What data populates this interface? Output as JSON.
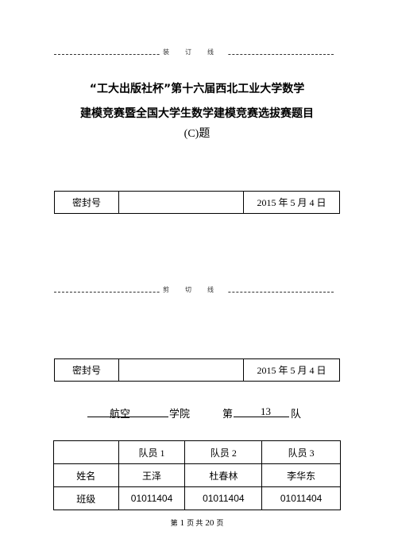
{
  "top_cutline": {
    "chars": [
      "装",
      "订",
      "线"
    ]
  },
  "header": {
    "title_line1": "“工大出版社杯”第十六届西北工业大学数学",
    "title_line2": "建模竞赛暨全国大学生数学建模竞赛选拔赛题目",
    "problem": "(C)题"
  },
  "seal_table_top": {
    "label": "密封号",
    "blank": "",
    "date": "2015 年 5 月 4 日"
  },
  "mid_cutline": {
    "chars": [
      "剪",
      "切",
      "线"
    ]
  },
  "seal_table_bottom": {
    "label": "密封号",
    "blank": "",
    "date": "2015 年 5 月 4 日"
  },
  "team_line": {
    "college": "航空",
    "college_suffix": "学院",
    "team_prefix": "第",
    "team_number": "13",
    "team_suffix": "队"
  },
  "members_table": {
    "headers": [
      "",
      "队员 1",
      "队员 2",
      "队员 3"
    ],
    "rows": [
      {
        "label": "姓名",
        "values": [
          "王泽",
          "杜春林",
          "李华东"
        ]
      },
      {
        "label": "班级",
        "values": [
          "01011404",
          "01011404",
          "01011404"
        ]
      }
    ]
  },
  "footer": {
    "prefix": "第",
    "page": "1",
    "mid": "页 共",
    "total": "20",
    "suffix": "页"
  }
}
